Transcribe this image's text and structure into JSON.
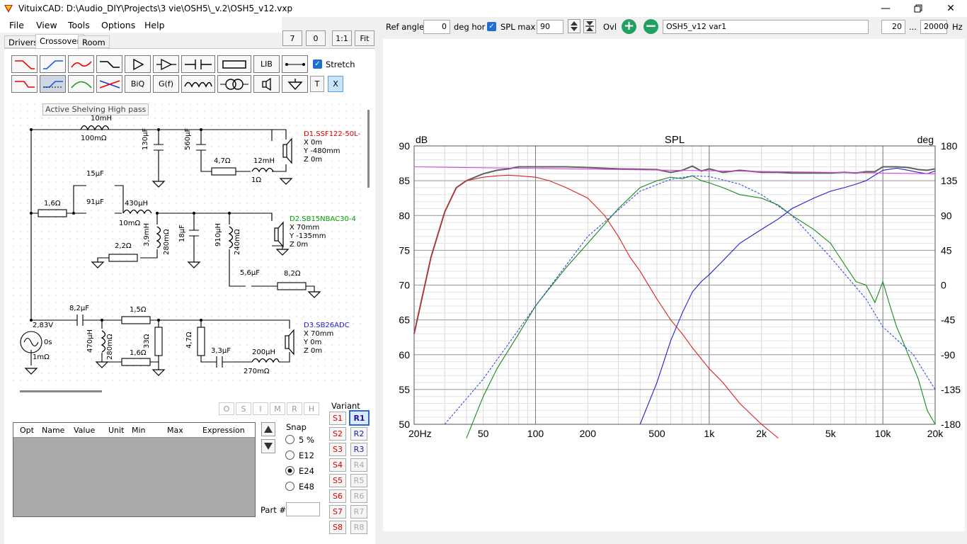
{
  "app": {
    "title": "VituixCAD: D:\\Audio_DIY\\Projects\\3 vie\\OSH5\\_v.2\\OSH5_v12.vxp"
  },
  "menu": [
    "File",
    "View",
    "Tools",
    "Options",
    "Help"
  ],
  "zoom_buttons": [
    "7",
    "0",
    "1:1",
    "Fit"
  ],
  "tabs": [
    "Drivers",
    "Crossover",
    "Room"
  ],
  "stretch": {
    "label": "Stretch",
    "checked": true
  },
  "toolbar": {
    "lib": "LIB",
    "biq": "BiQ",
    "gf": "G(f)",
    "t": "T",
    "x": "X"
  },
  "tooltip": "Active Shelving High pass",
  "schematic": {
    "labels": [
      "10mH",
      "100mΩ",
      "130µF",
      "560µF",
      "4,7Ω",
      "12mH",
      "1Ω",
      "15µF",
      "91µF",
      "1,6Ω",
      "430µH",
      "10mΩ",
      "3,9mH",
      "280mΩ",
      "18µF",
      "910µH",
      "240mΩ",
      "2,2Ω",
      "5,6µF",
      "8,2Ω",
      "8,2µF",
      "1,5Ω",
      "470µH",
      "280mΩ",
      "33Ω",
      "1,6Ω",
      "4,7Ω",
      "3,3µF",
      "200µH",
      "270mΩ",
      "2,83V",
      "0s",
      "1mΩ"
    ],
    "d1": {
      "name": "D1.SSF122-50L-",
      "x": "X 0m",
      "y": "Y -480mm",
      "z": "Z 0m",
      "color": "#e00000"
    },
    "d2": {
      "name": "D2.SB15NBAC30-4",
      "x": "X 70mm",
      "y": "Y -135mm",
      "z": "Z 0m",
      "color": "#00a000"
    },
    "d3": {
      "name": "D3.SB26ADC",
      "x": "X 70mm",
      "y": "Y 0m",
      "z": "Z 0m",
      "color": "#1a1ae0"
    }
  },
  "ohbuttons": [
    "O",
    "S",
    "I",
    "M",
    "R",
    "H"
  ],
  "table": {
    "headers": [
      "Opt",
      "Name",
      "Value",
      "Unit",
      "Min",
      "Max",
      "Expression"
    ]
  },
  "snap": {
    "title": "Snap",
    "options": [
      "5 %",
      "E12",
      "E24",
      "E48"
    ],
    "selected": "E24"
  },
  "part": {
    "label": "Part #",
    "value": ""
  },
  "variant": {
    "title": "Variant",
    "s": [
      "S1",
      "S2",
      "S3",
      "S4",
      "S5",
      "S6",
      "S7",
      "S8"
    ],
    "r": [
      "R1",
      "R2",
      "R3",
      "R4",
      "R5",
      "R6",
      "R7",
      "R8"
    ],
    "active_r": "R1"
  },
  "topbar": {
    "ref_angle_label": "Ref angle",
    "ref_angle": "0",
    "deg_hor": "deg hor",
    "spl_max_label": "SPL max",
    "spl_max": "90",
    "ovl": "Ovl",
    "name": "OSH5_v12 var1",
    "f_min": "20",
    "dots": "...",
    "f_max": "20000",
    "hz": "Hz"
  },
  "chart_data": {
    "type": "line",
    "title": "SPL",
    "ylabel": "dB",
    "y2label": "deg",
    "xscale": "log",
    "xlim": [
      20,
      20000
    ],
    "ylim": [
      50,
      90
    ],
    "y2lim": [
      -180,
      180
    ],
    "xticks": [
      "20Hz",
      "50",
      "100",
      "200",
      "500",
      "1k",
      "2k",
      "5k",
      "10k",
      "20k"
    ],
    "xtick_values": [
      20,
      50,
      100,
      200,
      500,
      1000,
      2000,
      5000,
      10000,
      20000
    ],
    "yticks": [
      90,
      85,
      80,
      75,
      70,
      65,
      60,
      55,
      50
    ],
    "y2ticks": [
      180,
      135,
      90,
      45,
      0,
      -45,
      -90,
      -135,
      -180
    ],
    "grid": true,
    "series": [
      {
        "color": "#606060",
        "x": [
          20,
          25,
          30,
          35,
          40,
          50,
          60,
          70,
          80,
          100,
          150,
          200,
          300,
          500,
          600,
          700,
          800,
          900,
          1000,
          1200,
          1500,
          2000,
          2500,
          3000,
          4000,
          5000,
          6000,
          7000,
          8000,
          9000,
          10000,
          12000,
          14000,
          16000,
          18000,
          20000
        ],
        "y": [
          63,
          74,
          80.5,
          84,
          85,
          86,
          86.5,
          86.7,
          87,
          87,
          87,
          86.9,
          86.7,
          86.6,
          86.2,
          86.5,
          87.1,
          86.4,
          86.7,
          86.2,
          86.5,
          86.2,
          86.2,
          86.1,
          86.1,
          86.1,
          86.2,
          86.1,
          86.3,
          86.3,
          87,
          87,
          86.9,
          86.6,
          86.5,
          86.7
        ]
      },
      {
        "color": "#e02020",
        "x": [
          20,
          25,
          30,
          35,
          40,
          50,
          60,
          70,
          80,
          100,
          120,
          150,
          200,
          250,
          300,
          350,
          400,
          500,
          600,
          700,
          800,
          1000,
          1200,
          1500,
          2000,
          2500
        ],
        "y": [
          63,
          74,
          80.5,
          84,
          85,
          85.5,
          85.7,
          85.8,
          85.7,
          85.5,
          85,
          84,
          82.5,
          80,
          77,
          74,
          72,
          68,
          65,
          63,
          61,
          58,
          56,
          53,
          50,
          48
        ]
      },
      {
        "color": "#1a8a1a",
        "x": [
          40,
          50,
          60,
          80,
          100,
          120,
          150,
          200,
          300,
          400,
          500,
          600,
          700,
          800,
          900,
          1000,
          1200,
          1500,
          2000,
          2500,
          3000,
          4000,
          5000,
          6000,
          7000,
          8000,
          9000,
          10000,
          11000,
          12000,
          13000,
          14000,
          16000,
          18000,
          20000
        ],
        "y": [
          48,
          54,
          58,
          63,
          67,
          69.5,
          72.5,
          76,
          81,
          84,
          85,
          85.5,
          85.3,
          85.7,
          85,
          84.7,
          84,
          83,
          82.5,
          81.5,
          80,
          78,
          76,
          73,
          70.5,
          70,
          67.5,
          70.5,
          67,
          64,
          62,
          60,
          56.5,
          52,
          50
        ]
      },
      {
        "color": "#2020d0",
        "x": [
          400,
          500,
          600,
          700,
          800,
          900,
          1000,
          1200,
          1500,
          2000,
          2500,
          3000,
          4000,
          5000,
          6000,
          7000,
          8000,
          10000,
          12000,
          14000,
          16000,
          18000,
          20000
        ],
        "y": [
          50,
          56,
          62,
          66,
          69,
          70.5,
          71.5,
          73.5,
          76,
          78,
          79.5,
          81,
          82.5,
          83.5,
          84,
          84.5,
          85,
          86.5,
          86.8,
          86.5,
          86.2,
          86,
          86.4
        ]
      },
      {
        "color": "#e040e0",
        "x": [
          20,
          20000
        ],
        "y": [
          87,
          86
        ]
      },
      {
        "color": "#3050e0",
        "dashed": true,
        "x": [
          30,
          50,
          100,
          200,
          400,
          600,
          800,
          1000,
          1500,
          2000,
          3000,
          5000,
          8000,
          10000,
          15000,
          20000
        ],
        "y": [
          50,
          56.5,
          67,
          77,
          83.5,
          85.2,
          85.7,
          85.6,
          84.5,
          83,
          80,
          74,
          68,
          64,
          60,
          55
        ]
      }
    ]
  }
}
